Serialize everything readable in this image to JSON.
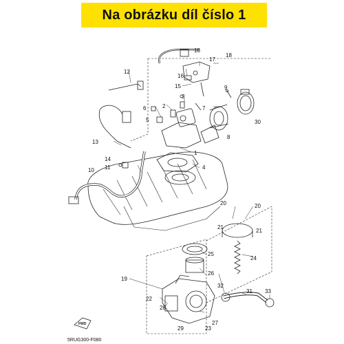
{
  "banner": {
    "text": "Na obrázku díl číslo 1",
    "background": "#ffe100"
  },
  "diagram_code": "5RUG300-F080",
  "fwd_label": "FWD",
  "callouts": [
    {
      "id": "c1",
      "label": "1"
    },
    {
      "id": "c2",
      "label": "2"
    },
    {
      "id": "c3",
      "label": "3"
    },
    {
      "id": "c4",
      "label": "4"
    },
    {
      "id": "c5",
      "label": "5"
    },
    {
      "id": "c6",
      "label": "6"
    },
    {
      "id": "c7",
      "label": "7"
    },
    {
      "id": "c8",
      "label": "8"
    },
    {
      "id": "c9",
      "label": "9"
    },
    {
      "id": "c10",
      "label": "10"
    },
    {
      "id": "c11",
      "label": "11"
    },
    {
      "id": "c12",
      "label": "12"
    },
    {
      "id": "c13",
      "label": "13"
    },
    {
      "id": "c14",
      "label": "14"
    },
    {
      "id": "c15",
      "label": "15"
    },
    {
      "id": "c16",
      "label": "16"
    },
    {
      "id": "c17",
      "label": "17"
    },
    {
      "id": "c18a",
      "label": "18"
    },
    {
      "id": "c18b",
      "label": "18"
    },
    {
      "id": "c19",
      "label": "19"
    },
    {
      "id": "c20a",
      "label": "20"
    },
    {
      "id": "c20b",
      "label": "20"
    },
    {
      "id": "c21a",
      "label": "21"
    },
    {
      "id": "c21b",
      "label": "21"
    },
    {
      "id": "c22",
      "label": "22"
    },
    {
      "id": "c23",
      "label": "23"
    },
    {
      "id": "c24",
      "label": "24"
    },
    {
      "id": "c25",
      "label": "25"
    },
    {
      "id": "c26",
      "label": "26"
    },
    {
      "id": "c27",
      "label": "27"
    },
    {
      "id": "c28",
      "label": "28"
    },
    {
      "id": "c29",
      "label": "29"
    },
    {
      "id": "c30",
      "label": "30"
    },
    {
      "id": "c31",
      "label": "31"
    },
    {
      "id": "c32",
      "label": "32"
    },
    {
      "id": "c33",
      "label": "33"
    }
  ]
}
